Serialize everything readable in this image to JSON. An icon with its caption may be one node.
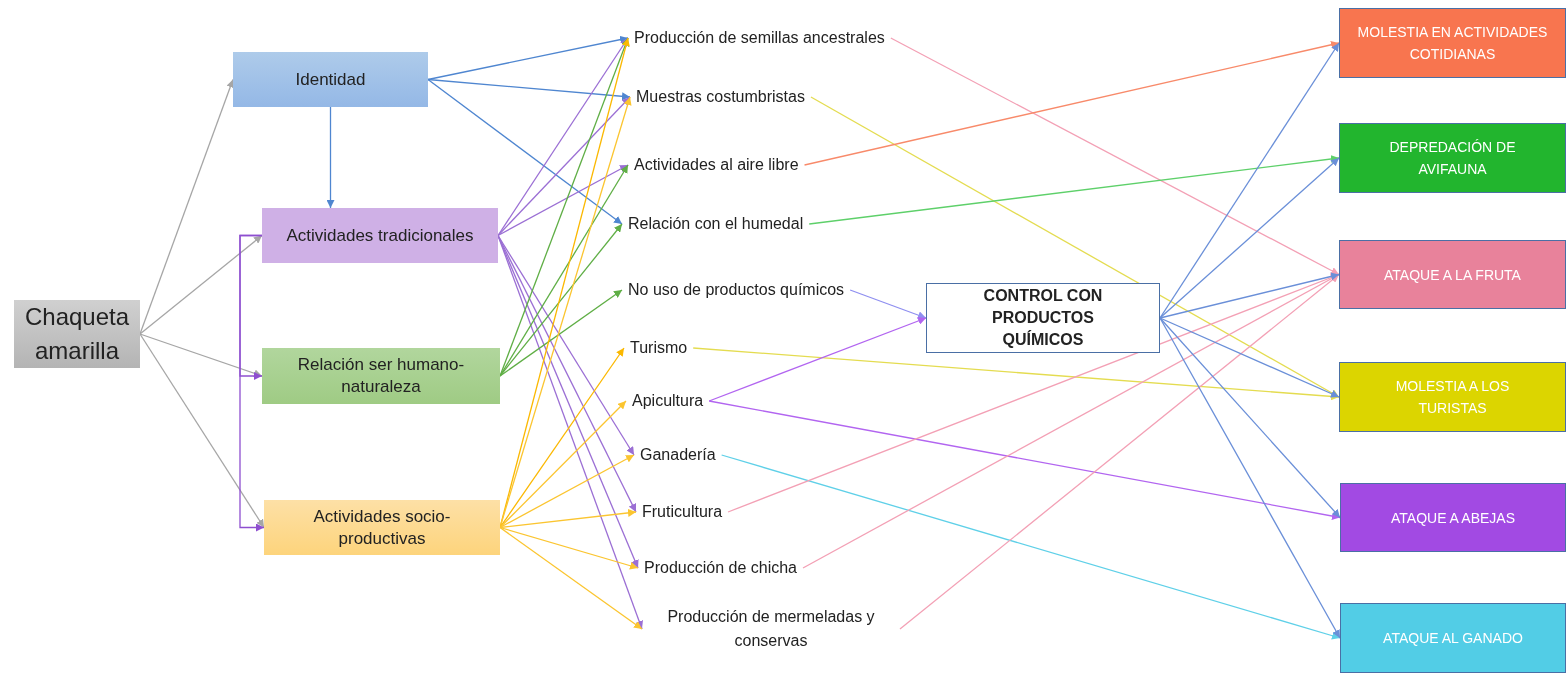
{
  "diagram": {
    "nodes": [
      {
        "text": [
          "Chaqueta amarilla"
        ]
      },
      {
        "text": [
          "Identidad"
        ]
      },
      {
        "text": [
          "Actividades tradicionales"
        ]
      },
      {
        "text": [
          "Relación ser humano-naturaleza"
        ]
      },
      {
        "text": [
          "Actividades socio-productivas"
        ]
      },
      {
        "text": [
          "Producción de semillas ancestrales"
        ]
      },
      {
        "text": [
          "Muestras costumbristas"
        ]
      },
      {
        "text": [
          "Actividades al aire libre"
        ]
      },
      {
        "text": [
          "Relación con el humedal"
        ]
      },
      {
        "text": [
          "No uso de productos químicos"
        ]
      },
      {
        "text": [
          "Turismo"
        ]
      },
      {
        "text": [
          "Apicultura"
        ]
      },
      {
        "text": [
          "Ganadería"
        ]
      },
      {
        "text": [
          "Fruticultura"
        ]
      },
      {
        "text": [
          "Producción de chicha"
        ]
      },
      {
        "text": [
          "Producción de mermeladas y conservas"
        ]
      },
      {
        "text": [
          "CONTROL CON PRODUCTOS QUÍMICOS"
        ]
      },
      {
        "text": [
          "MOLESTIA EN ACTIVIDADES COTIDIANAS"
        ]
      },
      {
        "text": [
          "DEPREDACIÓN DE AVIFAUNA"
        ]
      },
      {
        "text": [
          "ATAQUE A LA FRUTA"
        ]
      },
      {
        "text": [
          "MOLESTIA A LOS TURISTAS"
        ]
      },
      {
        "text": [
          "ATAQUE A ABEJAS"
        ]
      },
      {
        "text": [
          "ATAQUE AL GANADO"
        ]
      }
    ],
    "edges": [
      {
        "from": 0,
        "to": 1,
        "arrow": "to",
        "color": "#a6a6a6"
      },
      {
        "from": 0,
        "to": 2,
        "arrow": "to",
        "color": "#a6a6a6"
      },
      {
        "from": 0,
        "to": 3,
        "arrow": "to",
        "color": "#a6a6a6"
      },
      {
        "from": 0,
        "to": 4,
        "arrow": "to",
        "color": "#a6a6a6"
      },
      {
        "from": 1,
        "to": 2,
        "arrow": "to",
        "color": "#4f86d0"
      },
      {
        "from": 2,
        "to": 3,
        "arrow": "to",
        "color": "#8e4fd0"
      },
      {
        "from": 2,
        "to": 4,
        "arrow": "to",
        "color": "#8e4fd0"
      },
      {
        "from": 1,
        "to": 5,
        "arrow": "to",
        "color": "#4f86d0"
      },
      {
        "from": 1,
        "to": 6,
        "arrow": "to",
        "color": "#4f86d0"
      },
      {
        "from": 1,
        "to": 8,
        "arrow": "to",
        "color": "#4f86d0"
      },
      {
        "from": 2,
        "to": 5,
        "arrow": "to",
        "color": "#9b6fd4"
      },
      {
        "from": 2,
        "to": 6,
        "arrow": "to",
        "color": "#9b6fd4"
      },
      {
        "from": 2,
        "to": 7,
        "arrow": "to",
        "color": "#9b6fd4"
      },
      {
        "from": 2,
        "to": 12,
        "arrow": "to",
        "color": "#9b6fd4"
      },
      {
        "from": 2,
        "to": 13,
        "arrow": "to",
        "color": "#9b6fd4"
      },
      {
        "from": 2,
        "to": 14,
        "arrow": "to",
        "color": "#9b6fd4"
      },
      {
        "from": 2,
        "to": 15,
        "arrow": "to",
        "color": "#9b6fd4"
      },
      {
        "from": 3,
        "to": 5,
        "arrow": "to",
        "color": "#5fae45"
      },
      {
        "from": 3,
        "to": 7,
        "arrow": "to",
        "color": "#5fae45"
      },
      {
        "from": 3,
        "to": 8,
        "arrow": "to",
        "color": "#5fae45"
      },
      {
        "from": 3,
        "to": 9,
        "arrow": "to",
        "color": "#5fae45"
      },
      {
        "from": 4,
        "to": 5,
        "arrow": "to",
        "color": "#fbb800"
      },
      {
        "from": 4,
        "to": 6,
        "arrow": "to",
        "color": "#fbc530"
      },
      {
        "from": 4,
        "to": 10,
        "arrow": "to",
        "color": "#fbb800"
      },
      {
        "from": 4,
        "to": 11,
        "arrow": "to",
        "color": "#fbc530"
      },
      {
        "from": 4,
        "to": 12,
        "arrow": "to",
        "color": "#fbc530"
      },
      {
        "from": 4,
        "to": 13,
        "arrow": "to",
        "color": "#fbc530"
      },
      {
        "from": 4,
        "to": 14,
        "arrow": "to",
        "color": "#fbc530"
      },
      {
        "from": 4,
        "to": 15,
        "arrow": "to",
        "color": "#fbc530"
      },
      {
        "from": 5,
        "to": 19,
        "arrow": "to",
        "color": "#f3a0b5"
      },
      {
        "from": 6,
        "to": 20,
        "arrow": "to",
        "color": "#e4dc50"
      },
      {
        "from": 7,
        "to": 17,
        "arrow": "to",
        "color": "#f88a6a"
      },
      {
        "from": 8,
        "to": 18,
        "arrow": "to",
        "color": "#5ed06a"
      },
      {
        "from": 9,
        "to": 16,
        "arrow": "to",
        "color": "#8f8ff0"
      },
      {
        "from": 10,
        "to": 20,
        "arrow": "to",
        "color": "#e4dc50"
      },
      {
        "from": 11,
        "to": 16,
        "arrow": "to",
        "color": "#b265f0"
      },
      {
        "from": 11,
        "to": 21,
        "arrow": "to",
        "color": "#b265f0"
      },
      {
        "from": 12,
        "to": 22,
        "arrow": "to",
        "color": "#5fd0e8"
      },
      {
        "from": 13,
        "to": 19,
        "arrow": "to",
        "color": "#f3a0b5"
      },
      {
        "from": 14,
        "to": 19,
        "arrow": "to",
        "color": "#f3a0b5"
      },
      {
        "from": 15,
        "to": 19,
        "arrow": "to",
        "color": "#f3a0b5"
      },
      {
        "from": 16,
        "to": 17,
        "arrow": "to",
        "color": "#6a8fd8"
      },
      {
        "from": 16,
        "to": 18,
        "arrow": "to",
        "color": "#6a8fd8"
      },
      {
        "from": 16,
        "to": 19,
        "arrow": "to",
        "color": "#6a8fd8"
      },
      {
        "from": 16,
        "to": 20,
        "arrow": "to",
        "color": "#6a8fd8"
      },
      {
        "from": 16,
        "to": 21,
        "arrow": "to",
        "color": "#6a8fd8"
      },
      {
        "from": 16,
        "to": 22,
        "arrow": "to",
        "color": "#6a8fd8"
      }
    ]
  }
}
